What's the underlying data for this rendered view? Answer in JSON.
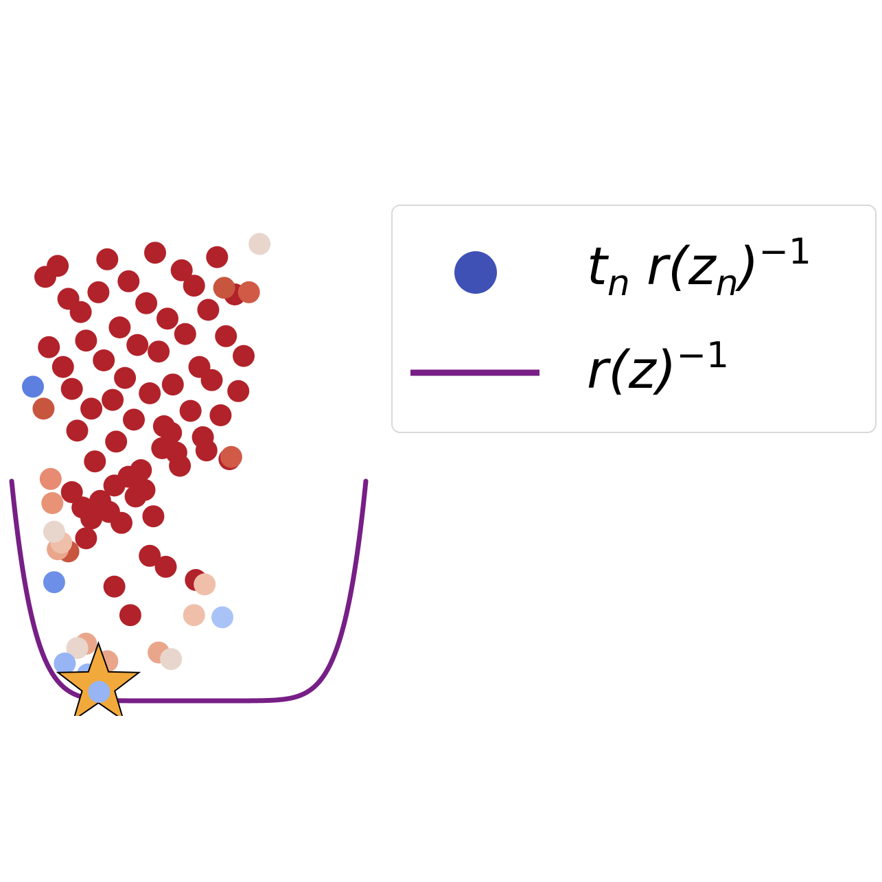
{
  "chart_data": {
    "type": "scatter",
    "title": "",
    "xlabel": "",
    "ylabel": "",
    "grid": false,
    "legend_position": "right",
    "xlim": [
      -1.0,
      1.0
    ],
    "ylim": [
      -0.02,
      2.4
    ],
    "legend": {
      "scatter_label": {
        "base": "t",
        "sub1": "n",
        "mid": " r(z",
        "sub2": "n",
        "close": ")",
        "sup": "−1"
      },
      "line_label": {
        "base": "r(z)",
        "sup": "−1"
      }
    },
    "colors": {
      "curve": "#771f86",
      "legend_marker": "#3f51b5",
      "star_fill": "#f2a93b",
      "star_edge": "#000000",
      "legend_frame": "#d9d9d9"
    },
    "curve": {
      "name": "r(z)^-1",
      "formula": "z^8",
      "z": [
        -1.0,
        -0.98,
        -0.96,
        -0.94,
        -0.92,
        -0.9,
        -0.88,
        -0.86,
        -0.84,
        -0.82,
        -0.8,
        -0.78,
        -0.76,
        -0.74,
        -0.72,
        -0.7,
        -0.68,
        -0.66,
        -0.64,
        -0.62,
        -0.6,
        -0.55,
        -0.5,
        -0.45,
        -0.4,
        -0.3,
        -0.2,
        -0.1,
        0.0,
        0.1,
        0.2,
        0.3,
        0.4,
        0.45,
        0.5,
        0.55,
        0.6,
        0.62,
        0.64,
        0.66,
        0.68,
        0.7,
        0.72,
        0.74,
        0.76,
        0.78,
        0.8,
        0.82,
        0.84,
        0.86,
        0.88,
        0.9,
        0.92,
        0.94,
        0.96,
        0.98,
        1.0
      ]
    },
    "star": {
      "z": -0.51,
      "value": 0.0
    },
    "points": [
      {
        "z": -0.81,
        "y": 1.93,
        "c": "#b2222a"
      },
      {
        "z": -0.79,
        "y": 1.61,
        "c": "#b2222a"
      },
      {
        "z": -0.74,
        "y": 1.98,
        "c": "#b2222a"
      },
      {
        "z": -0.71,
        "y": 1.52,
        "c": "#b2222a"
      },
      {
        "z": -0.68,
        "y": 1.83,
        "c": "#b2222a"
      },
      {
        "z": -0.66,
        "y": 1.42,
        "c": "#b2222a"
      },
      {
        "z": -0.63,
        "y": 1.23,
        "c": "#b2222a"
      },
      {
        "z": -0.61,
        "y": 1.77,
        "c": "#b2222a"
      },
      {
        "z": -0.58,
        "y": 1.64,
        "c": "#b2222a"
      },
      {
        "z": -0.55,
        "y": 1.33,
        "c": "#b2222a"
      },
      {
        "z": -0.53,
        "y": 1.09,
        "c": "#b2222a"
      },
      {
        "z": -0.51,
        "y": 1.86,
        "c": "#b2222a"
      },
      {
        "z": -0.48,
        "y": 1.55,
        "c": "#b2222a"
      },
      {
        "z": -0.46,
        "y": 2.01,
        "c": "#b2222a"
      },
      {
        "z": -0.43,
        "y": 1.37,
        "c": "#b2222a"
      },
      {
        "z": -0.41,
        "y": 1.18,
        "c": "#b2222a"
      },
      {
        "z": -0.39,
        "y": 1.7,
        "c": "#b2222a"
      },
      {
        "z": -0.36,
        "y": 1.47,
        "c": "#b2222a"
      },
      {
        "z": -0.34,
        "y": 1.91,
        "c": "#b2222a"
      },
      {
        "z": -0.31,
        "y": 1.28,
        "c": "#b2222a"
      },
      {
        "z": -0.29,
        "y": 1.62,
        "c": "#b2222a"
      },
      {
        "z": -0.27,
        "y": 1.05,
        "c": "#b2222a"
      },
      {
        "z": -0.24,
        "y": 1.81,
        "c": "#b2222a"
      },
      {
        "z": -0.22,
        "y": 1.4,
        "c": "#b2222a"
      },
      {
        "z": -0.19,
        "y": 2.04,
        "c": "#b2222a"
      },
      {
        "z": -0.17,
        "y": 1.59,
        "c": "#b2222a"
      },
      {
        "z": -0.14,
        "y": 1.25,
        "c": "#b2222a"
      },
      {
        "z": -0.12,
        "y": 1.74,
        "c": "#b2222a"
      },
      {
        "z": -0.09,
        "y": 1.44,
        "c": "#b2222a"
      },
      {
        "z": -0.07,
        "y": 1.13,
        "c": "#b2222a"
      },
      {
        "z": -0.04,
        "y": 1.96,
        "c": "#b2222a"
      },
      {
        "z": -0.02,
        "y": 1.67,
        "c": "#b2222a"
      },
      {
        "z": 0.01,
        "y": 1.32,
        "c": "#b2222a"
      },
      {
        "z": 0.03,
        "y": 1.89,
        "c": "#b2222a"
      },
      {
        "z": 0.06,
        "y": 1.52,
        "c": "#b2222a"
      },
      {
        "z": 0.08,
        "y": 1.2,
        "c": "#b2222a"
      },
      {
        "z": 0.11,
        "y": 1.78,
        "c": "#b2222a"
      },
      {
        "z": 0.13,
        "y": 1.46,
        "c": "#b2222a"
      },
      {
        "z": 0.16,
        "y": 2.02,
        "c": "#b2222a"
      },
      {
        "z": 0.18,
        "y": 1.3,
        "c": "#b2222a"
      },
      {
        "z": 0.21,
        "y": 1.66,
        "c": "#b2222a"
      },
      {
        "z": 0.23,
        "y": 1.1,
        "c": "#b2222a"
      },
      {
        "z": 0.26,
        "y": 1.85,
        "c": "#b2222a"
      },
      {
        "z": 0.28,
        "y": 1.41,
        "c": "#b2222a"
      },
      {
        "z": 0.31,
        "y": 1.57,
        "c": "#b2222a"
      },
      {
        "z": -0.66,
        "y": 0.95,
        "c": "#b2222a"
      },
      {
        "z": -0.6,
        "y": 0.88,
        "c": "#b2222a"
      },
      {
        "z": -0.55,
        "y": 0.83,
        "c": "#b2222a"
      },
      {
        "z": -0.5,
        "y": 0.91,
        "c": "#b2222a"
      },
      {
        "z": -0.45,
        "y": 0.86,
        "c": "#b2222a"
      },
      {
        "z": -0.42,
        "y": 0.98,
        "c": "#b2222a"
      },
      {
        "z": -0.38,
        "y": 0.81,
        "c": "#b2222a"
      },
      {
        "z": -0.34,
        "y": 1.02,
        "c": "#b2222a"
      },
      {
        "z": -0.3,
        "y": 0.93,
        "c": "#b2222a"
      },
      {
        "z": -0.25,
        "y": 0.96,
        "c": "#b2222a"
      },
      {
        "z": -0.2,
        "y": 0.84,
        "c": "#b2222a"
      },
      {
        "z": -0.15,
        "y": 1.15,
        "c": "#b2222a"
      },
      {
        "z": -0.1,
        "y": 1.22,
        "c": "#b2222a"
      },
      {
        "z": -0.05,
        "y": 1.07,
        "c": "#b2222a"
      },
      {
        "z": 0.1,
        "y": 1.14,
        "c": "#b2222a"
      },
      {
        "z": -0.33,
        "y": 0.39,
        "c": "#b2222a"
      },
      {
        "z": -0.42,
        "y": 0.52,
        "c": "#b2222a"
      },
      {
        "z": -0.58,
        "y": 0.74,
        "c": "#b2222a"
      },
      {
        "z": -0.22,
        "y": 0.66,
        "c": "#b2222a"
      },
      {
        "z": 0.04,
        "y": 0.55,
        "c": "#b2222a"
      },
      {
        "z": -0.13,
        "y": 0.61,
        "c": "#b2222a"
      },
      {
        "z": -0.82,
        "y": 1.33,
        "c": "#c8553e"
      },
      {
        "z": 0.2,
        "y": 1.88,
        "c": "#c8553e"
      },
      {
        "z": -0.68,
        "y": 0.68,
        "c": "#c8553e"
      },
      {
        "z": 0.24,
        "y": 1.11,
        "c": "#d05a46"
      },
      {
        "z": 0.34,
        "y": 1.86,
        "c": "#d05a46"
      },
      {
        "z": -0.78,
        "y": 1.01,
        "c": "#e78b73"
      },
      {
        "z": -0.77,
        "y": 0.9,
        "c": "#e89376"
      },
      {
        "z": -0.74,
        "y": 0.69,
        "c": "#eaa68b"
      },
      {
        "z": -0.58,
        "y": 0.26,
        "c": "#eaa68b"
      },
      {
        "z": -0.17,
        "y": 0.22,
        "c": "#eaa68b"
      },
      {
        "z": -0.46,
        "y": 0.18,
        "c": "#eaa68b"
      },
      {
        "z": 0.09,
        "y": 0.53,
        "c": "#efbfaa"
      },
      {
        "z": 0.03,
        "y": 0.39,
        "c": "#efbfaa"
      },
      {
        "z": -0.72,
        "y": 0.72,
        "c": "#efbfaa"
      },
      {
        "z": -0.76,
        "y": 0.77,
        "c": "#e8d6cc"
      },
      {
        "z": 0.4,
        "y": 2.08,
        "c": "#e8d6cc"
      },
      {
        "z": -0.63,
        "y": 0.24,
        "c": "#e8d6cc"
      },
      {
        "z": -0.1,
        "y": 0.19,
        "c": "#e8d6cc"
      },
      {
        "z": -0.88,
        "y": 1.43,
        "c": "#5c7fe0"
      },
      {
        "z": -0.76,
        "y": 0.54,
        "c": "#6d8fe8"
      },
      {
        "z": 0.19,
        "y": 0.38,
        "c": "#aac3f7"
      },
      {
        "z": -0.7,
        "y": 0.17,
        "c": "#97b4f5"
      },
      {
        "z": -0.57,
        "y": 0.12,
        "c": "#97b4f5"
      }
    ]
  }
}
